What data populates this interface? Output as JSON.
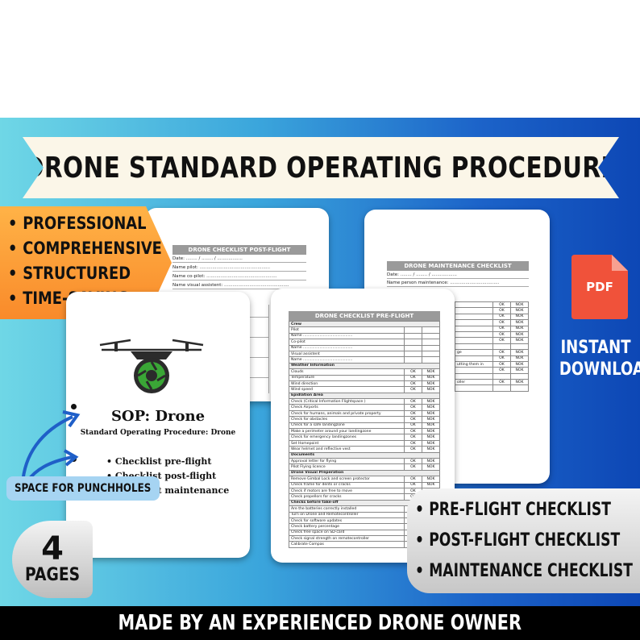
{
  "banner": {
    "title": "DRONE STANDARD OPERATING PROCEDURE"
  },
  "features": [
    "PROFESSIONAL",
    "COMPREHENSIVE",
    "STRUCTURED",
    "TIME-SAVING"
  ],
  "post_flight_page": {
    "title": "DRONE CHECKLIST POST-FLIGHT",
    "rows": [
      "Date: ........ / ........ / ..................",
      "Name pilot: ..................................................",
      "Name co-pilot: ..................................................",
      "Name visual assistent: .............................................."
    ]
  },
  "maintenance_page": {
    "title": "DRONE MAINTENANCE CHECKLIST",
    "rows": [
      "Date: ........ / ........ / ..................",
      "Name person maintenance: ..................................."
    ],
    "status": [
      "OK",
      "NOK"
    ],
    "partial_items": [
      "ge",
      "utting them in",
      "oller"
    ]
  },
  "sop_page": {
    "title": "SOP: Drone",
    "subtitle": "Standard Operating Procedure: Drone",
    "items": [
      "Checklist pre-flight",
      "Checklist post-flight",
      "Checklist maintenance"
    ]
  },
  "pre_flight_page": {
    "title": "DRONE CHECKLIST PRE-FLIGHT",
    "ok_label": "OK",
    "nok_label": "NOK",
    "sections": [
      {
        "name": "Crew",
        "items": [
          "Pilot",
          "Name ..........................................",
          "Co-pilot",
          "Name ..........................................",
          "Visual assistent",
          "Name .........................................."
        ],
        "checks": false
      },
      {
        "name": "Weather Information",
        "items": [
          "Clouds",
          "Temperature",
          "Wind direction",
          "Wind speed"
        ],
        "checks": true
      },
      {
        "name": "Epidlation Area",
        "items": [
          "Check (Critical Information Flightspace )",
          "Check Airports",
          "Check for humans, animals and private property",
          "Check for obstacles",
          "Check for a safe landingzone",
          "Make a perimeter around your landingzone",
          "Check for emergency landingzones",
          "Set Homepoint",
          "Wear helmet and reflective vest"
        ],
        "checks": true
      },
      {
        "name": "Documents",
        "items": [
          "Approval letter for flying",
          "Pilot Flying licence"
        ],
        "checks": true
      },
      {
        "name": "Drone Visual Preperation",
        "items": [
          "Remove Gimbal Lock and screen protector",
          "Check frame for dents or cracks",
          "Check if motors are free to move",
          "Check propellors for cracks"
        ],
        "checks": true
      },
      {
        "name": "Checks before take-off",
        "items": [
          "Are the batteries correctly installed",
          "Turn on Drone and Remotecontroller",
          "Check for software updates",
          "Check battery percentage",
          "Check free space on SD-card",
          "Check signal strength on remotecontroller",
          "Calibrate Compas"
        ],
        "checks": true
      }
    ]
  },
  "punchholes": {
    "label": "SPACE FOR PUNCHHOLES"
  },
  "pages_badge": {
    "count": "4",
    "label": "PAGES"
  },
  "checklists": [
    "PRE-FLIGHT CHECKLIST",
    "POST-FLIGHT CHECKLIST",
    "MAINTENANCE CHECKLIST"
  ],
  "pdf_badge": {
    "label": "PDF",
    "color": "#f0523a"
  },
  "instant": {
    "line1": "INSTANT",
    "line2": "DOWNLOAD"
  },
  "footer": {
    "text": "MADE BY AN EXPERIENCED DRONE OWNER"
  },
  "colors": {
    "orange": "#f98a2a",
    "banner": "#fbf6e8",
    "accent_green": "#3aa636"
  }
}
